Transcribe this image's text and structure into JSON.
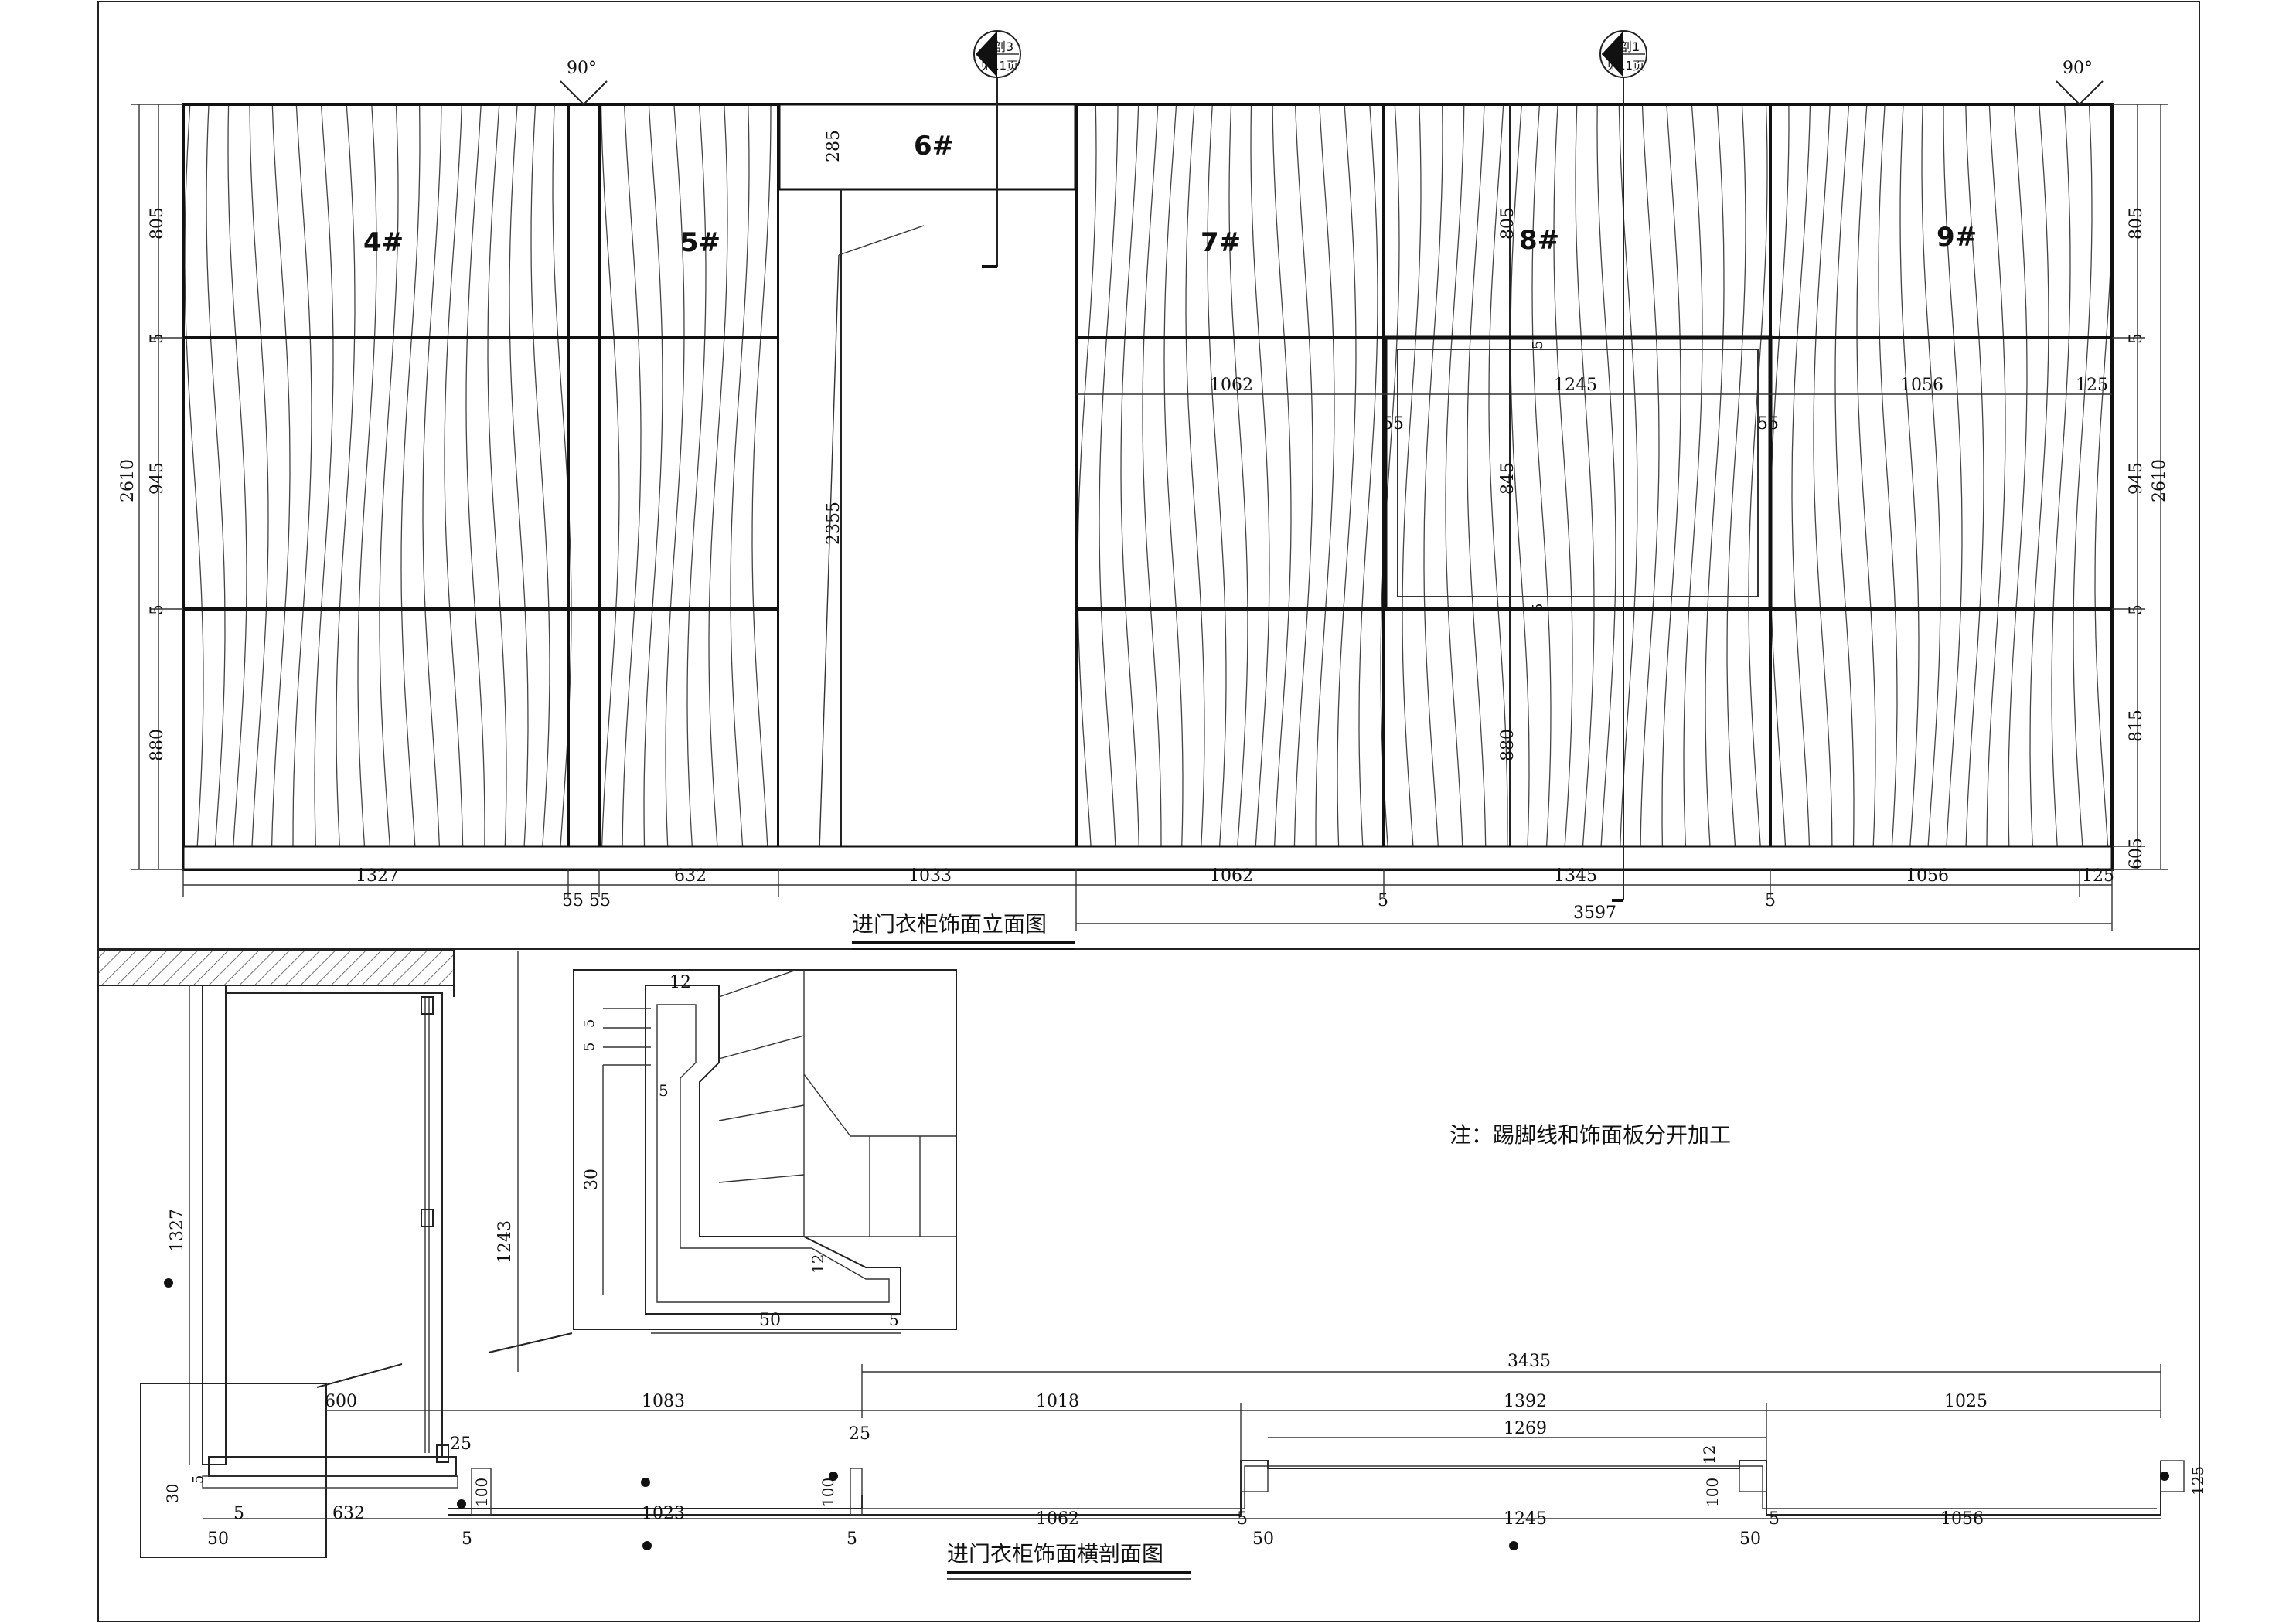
{
  "elevation": {
    "title": "进门衣柜饰面立面图",
    "panels": [
      "4#",
      "5#",
      "6#",
      "7#",
      "8#",
      "9#"
    ],
    "angle_left": "90°",
    "angle_right": "90°",
    "section_mark_left": {
      "num": "剖3",
      "page": "见11页"
    },
    "section_mark_right": {
      "num": "剖1",
      "page": "见11页"
    },
    "height_total": "2610",
    "left_heights": [
      "805",
      "5",
      "945",
      "5",
      "880"
    ],
    "right_heights": [
      "805",
      "5",
      "945",
      "5",
      "815",
      "5",
      "60"
    ],
    "bottom_widths": [
      "1327",
      "55",
      "55",
      "632",
      "1033",
      "1062",
      "5",
      "1345",
      "5",
      "1056",
      "125"
    ],
    "overall_right": "3597",
    "inner": {
      "door_height": "2355",
      "top_band": "285",
      "w1062": "1062",
      "w1245": "1245",
      "w1056": "1056",
      "w125": "125",
      "s55a": "55",
      "s55b": "55",
      "h845": "845",
      "h805": "805",
      "h880": "880",
      "s5a": "5",
      "s5b": "5"
    }
  },
  "section": {
    "title": "进门衣柜饰面横剖面图",
    "note": "注：踢脚线和饰面板分开加工",
    "v1327": "1327",
    "v1243": "1243",
    "top_dims": [
      "3435",
      "1083",
      "1018",
      "1392",
      "1025",
      "1269"
    ],
    "d600": "600",
    "d25a": "25",
    "d25b": "25",
    "d100a": "100",
    "d100b": "100",
    "d100c": "100",
    "d12": "12",
    "d125": "125",
    "d30": "30",
    "d5l": "5",
    "bottom_row1": [
      "5",
      "632",
      "1023",
      "1062",
      "5",
      "1245",
      "5",
      "1056"
    ],
    "bottom_row2": [
      "50",
      "5",
      "5",
      "50",
      "50"
    ],
    "detail": {
      "d12a": "12",
      "d5a": "5",
      "d5b": "5",
      "d5c": "5",
      "d30": "30",
      "d12b": "12",
      "d50": "50",
      "d5d": "5"
    }
  }
}
